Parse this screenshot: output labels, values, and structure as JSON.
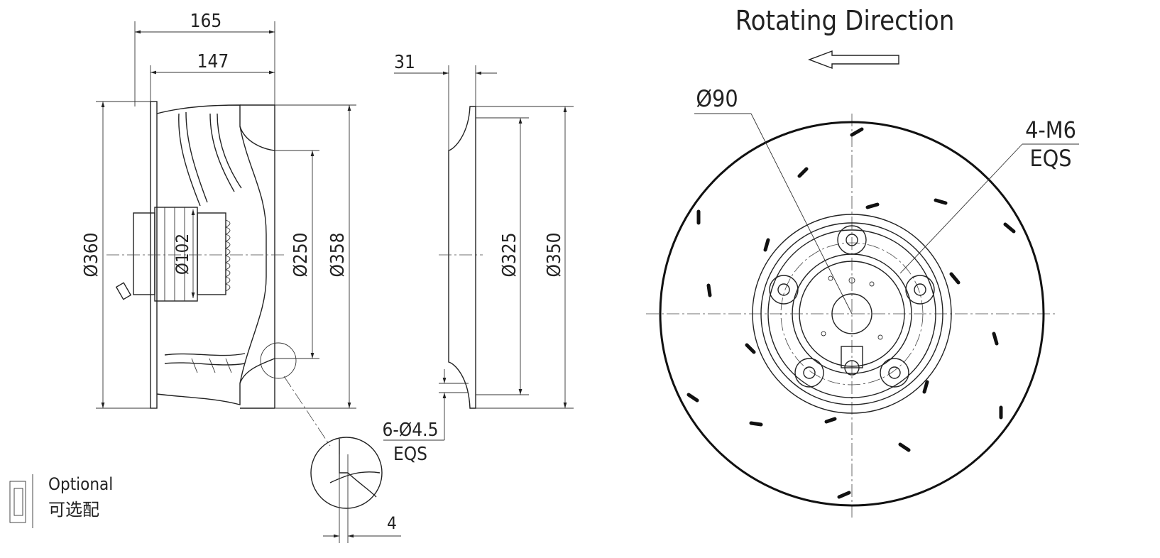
{
  "labels": {
    "rotating_direction": "Rotating Direction",
    "dim_165": "165",
    "dim_147": "147",
    "dim_31": "31",
    "dim_4": "4",
    "dia_360": "Ø360",
    "dia_102": "Ø102",
    "dia_250": "Ø250",
    "dia_358": "Ø358",
    "dia_325": "Ø325",
    "dia_350": "Ø350",
    "dia_90": "Ø90",
    "holes_line1": "6-Ø4.5",
    "holes_line2": "EQS",
    "thread_line1": "4-M6",
    "thread_line2": "EQS"
  },
  "legend": {
    "en": "Optional",
    "zh": "可选配"
  }
}
